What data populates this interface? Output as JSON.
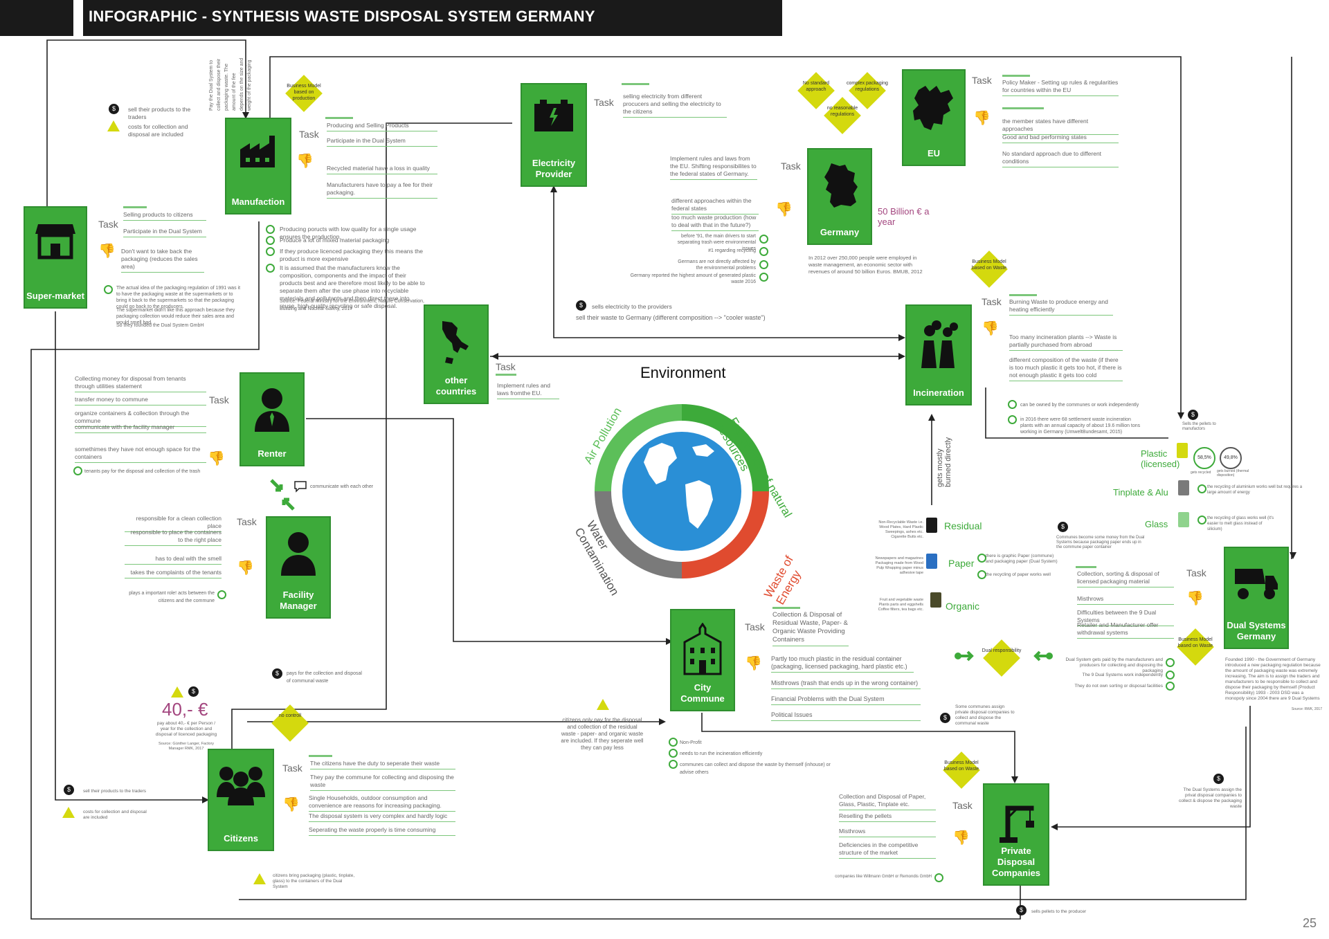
{
  "header": {
    "title": "INFOGRAPHIC - SYNTHESIS WASTE DISPOSAL SYSTEM GERMANY",
    "page": "25"
  },
  "boxes": {
    "manufaction": "Manufaction",
    "electricity": "Electricity Provider",
    "germany": "Germany",
    "eu": "EU",
    "supermarket": "Super-market",
    "other": "other countries",
    "incineration": "Incineration",
    "renter": "Renter",
    "facility": "Facility Manager",
    "city": "City Commune",
    "dual": "Dual Systems Germany",
    "citizens": "Citizens",
    "private": "Private Disposal Companies"
  },
  "task": "Task",
  "diamonds": {
    "manuf": "Business Model based on production",
    "nostd": "No standard approach",
    "complex": "complex packaging regulations",
    "noreas": "no reasonable regulations",
    "incin": "Business Model based on Waste",
    "dualbm": "Business Model based on Waste",
    "dualresp": "Dual responsibility",
    "nocontrol": "no controll",
    "private": "Business Model based on Waste"
  },
  "manuf": {
    "t1": "Producing and Selling Products",
    "t2": "Participate in the Dual System",
    "t3": "Recycled material have a loss in quality",
    "t4": "Manufacturers have to pay a fee for their packaging.",
    "b1": "Producing poructs with low quality for a single usage ensures the production.",
    "b2": "Produce a lot of mixed material packaging",
    "b3": "If they produce licenced packaging they this means the product is more expensive",
    "b4": "It is assumed that the manufacturers know the composition, components and the impact of their products best and are therefore most likely to be able to separate them after the use phase into recyclable materials and pollutants and then direct these into reuse, high-quality recycling or safe disposal.",
    "src": "Source: Federal Ministry for the Environment, Nature Conservation, Building and Nuclear Safety, 2017",
    "vert": "Pay the Dual System to collect and dispose their packaging waste. The amount of the fee depends on the size and weight of the packaging"
  },
  "elec": {
    "t1": "selling electricity from different procucers and selling the electricity to the citizens",
    "money": "sells electricity to the providers",
    "sell": "sell their waste to Germany (different composition --> \"cooler waste\")"
  },
  "germany": {
    "t1": "Implement rules and laws from the EU. Shifting responsibilites to the federal states of Germany.",
    "t2": "different approaches within the federal states",
    "t3": "too much waste production (how to deal with that in the future?)",
    "n1": "before '91, the main drivers to start separating trash were environmental issues",
    "n2": "#1 regarding recycling",
    "n3": "Germans are not directly affected by the environmental problems",
    "n4": "Germany reported the highest amount of generated plastic waste 2016",
    "big": "50 Billion € a year",
    "jobs": "In 2012 over 250,000 people were employed in waste management, an economic sector with revenues of around 50 billion Euros. BMUB, 2012"
  },
  "eu": {
    "t1": "Policy Maker - Setting up rules & regularities for countries within the EU",
    "t2": "the member states have different approaches",
    "t3": "Good and bad performing states",
    "t4": "No standard approach due to different conditions"
  },
  "super": {
    "t1": "Selling products to citizens",
    "t2": "Participate in the Dual System",
    "t3": "Don't want to take back the packaging (reduces the sales area)",
    "b1": "The actual idea of the packaging regulation of 1991 was it to have the packaging waste at the supermarkets or to bring it back to the supermarkets so that the packaging could go back to the producers.",
    "b2": "The supermarket didn't like this approach because they packaging collection would reduce their sales area and would smell bad",
    "b3": "So they founded the Dual System GmbH",
    "m1": "sell their products to the traders",
    "m2": "costs for collection and disposal are included",
    "vert": "Pay the Dual System to collect and dispose their packaging waste"
  },
  "other": {
    "t1": "Implement rules and laws fromthe EU."
  },
  "incin": {
    "t1": "Burning Waste to produce energy and heating efficiently",
    "t2": "Too many incineration plants --> Waste is partially purchased from abroad",
    "t3": "different composition of the waste (if there is too much plastic it gets too hot, if there is not enough plastic it gets too cold",
    "n1": "can be owned by the communes or work independently",
    "n2": "in 2016 there were 68 settlement waste incineration plants with an annual capacity of about 19.6 million tons working in Germany (UmweltBundesamt, 2015)",
    "vert": "gets mostly burned directly"
  },
  "env": {
    "title": "Environment",
    "air": "Air Pollution",
    "expl": "Exploitation of natural resources",
    "water": "Water Contamination",
    "energy": "Waste of Energy"
  },
  "renter": {
    "t1": "Collecting money for disposal from tenants through utilities statement",
    "t2": "transfer money to commune",
    "t3": "organize containers & collection through the commune",
    "t4": "communicate with the facility manager",
    "t5": "somethimes they have not enough space for the containers",
    "n1": "tenants pay for the disposal and collection of the trash",
    "comm": "communicate with each other"
  },
  "facility": {
    "t1": "responsible for a clean collection place",
    "t2": "responsible to place the containers to the right place",
    "t3": "has to deal with the smell",
    "t4": "takes the complaints of the tenants",
    "n1": "plays a important role! acts between the citizens and the commune"
  },
  "city": {
    "t1": "Collection & Disposal of Residual Waste, Paper- & Organic Waste Providing Containers",
    "t2": "Partly too much plastic in the residual container (packaging, licensed packaging, hard plastic etc.)",
    "t3": "Misthrows (trash that ends up in the wrong container)",
    "t4": "Financial Problems with the Dual System",
    "t5": "Political Issues",
    "n1": "Non-Profit",
    "n2": "needs to run the incineration efficiently",
    "n3": "communes can collect and dispose the waste by themself (inhouse) or advise others",
    "warn": "citizens only pay for the disposal and collection of the residual waste - paper- and organic waste are included. If they seperate well they can pay less",
    "money2": "pays for the collection and disposal of communal waste"
  },
  "waste": {
    "residual": "Residual",
    "paper": "Paper",
    "organic": "Organic",
    "plastic": "Plastic (licensed)",
    "tinplate": "Tinplate & Alu",
    "glass": "Glass",
    "res_n": "Non-Recyclable Waste i.e. Wood Plates, Hard Plastic Sweepings, ashes etc. Cigarette Butts etc.",
    "pap_n": "Newspapers and magazines Packaging made from Wood Pulp Wrapping paper minus adhesive tape",
    "org_n": "Fruit and vegetable waste Plants parts and eggshells Coffee filters, tea bags etc.",
    "pap_r1": "there is graphic Paper (commune) and packaging paper (Dual System)",
    "pap_r2": "the recycling of paper works well",
    "pl_n1": "58,5%",
    "pl_n2": "49,8%",
    "pl_l1": "gets recycled",
    "pl_l2": "gets burned (thermal disposition)",
    "tin_n": "the recycling of aluminium works well but requires a large amount of energy",
    "glass_n": "the recycling of glass works well (it's easier to melt glass instead of silicium)",
    "pellets": "Sells the pellets to manufactors",
    "communes": "Communes become some money from the Dual Systems because packaging paper ends up in the commune paper container"
  },
  "dual": {
    "t1": "Collection, sorting & disposal of licensed packaging material",
    "t2": "Misthrows",
    "t3": "Difficulties between the 9 Dual Systems",
    "t4": "Retailer and Manufacturer offer withdrawal systems",
    "n1": "Dual System gets paid by the manufacturers and producers for collecting and disposing the packaging",
    "n2": "The 9 Dual Systems work independently",
    "n3": "They do not own sorting or disposal facilities",
    "found": "Founded 1990 - the Government of Germany introduced a new packaging regulation because the amount of packaging waste was extremely increasing. The aim is to assign the traders and manufacturers to be responsible to collect and dispose their packaging by themself (Product Responsibility) 1993 - 2003 DSD was a monopoly since 2004 there are 9 Dual Systems",
    "src": "Source: RWK, 2017",
    "assign": "The Dual Systems assign the privat disposal companies to collect & dispose the packaging waste",
    "assign2": "Some communes assign private disposal companies to collect and dispose the communal waste"
  },
  "citizens": {
    "t1": "The citizens have the duty to seperate their waste",
    "t2": "They pay the commune for collecting and disposing the waste",
    "t3": "Single Households, outdoor consumption and convenience are reasons for increasing packaging.",
    "t4": "The disposal system is very complex and hardly logic",
    "t5": "Seperating the waste properly is time consuming",
    "price": "40,- €",
    "price_n": "pay about 40,- € per Person / year for the collection and disposal of licenced packaging",
    "src": "Source: Günther Langer, Factory Manager RMK, 2017",
    "m1": "sell their products to the traders",
    "m2": "costs for collection and disposal are included",
    "bring": "citizens bring packaging (plastic, tinplate, glass) to the containers of the Dual System"
  },
  "private": {
    "t1": "Collection and Disposal of Paper, Glass, Plastic, Tinplate etc.",
    "t2": "Reselling the pellets",
    "t3": "Misthrows",
    "t4": "Deficiencies in the competitive structure of the market",
    "n1": "companies like Willmann GmbH or Remondis GmbH",
    "sell": "sells pellets to the producer"
  },
  "colors": {
    "green": "#3daa3a",
    "yellow": "#d4d90e",
    "red": "#e04b2f",
    "grey": "#7a7a7a",
    "earth": "#2a8fd6"
  }
}
